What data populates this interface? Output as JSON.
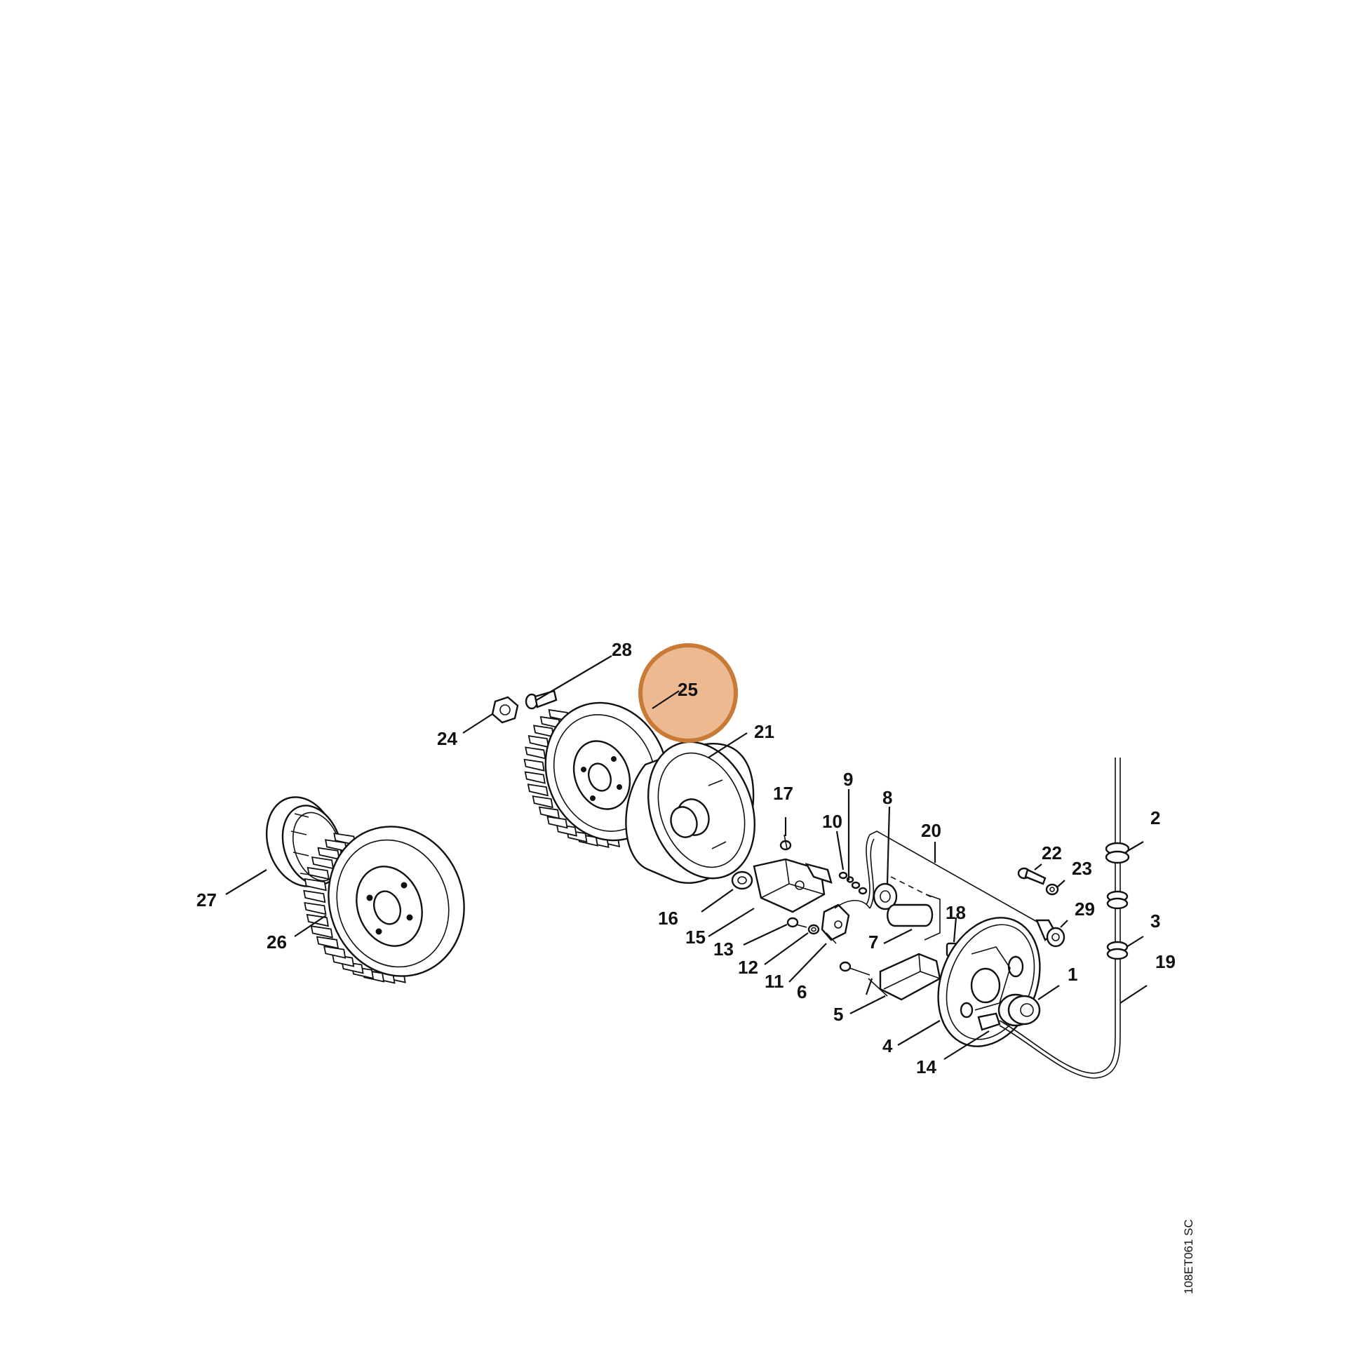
{
  "diagram": {
    "highlight_color": "#e8a875",
    "highlight_border": "#c87a36",
    "highlighted_part": "25",
    "drawing_code": "108ET061 SC",
    "callouts": {
      "c1": "1",
      "c2": "2",
      "c3": "3",
      "c4": "4",
      "c5": "5",
      "c6": "6",
      "c7": "7",
      "c8": "8",
      "c9": "9",
      "c10": "10",
      "c11": "11",
      "c12": "12",
      "c13": "13",
      "c14": "14",
      "c15": "15",
      "c16": "16",
      "c17": "17",
      "c18": "18",
      "c19": "19",
      "c20": "20",
      "c21": "21",
      "c22": "22",
      "c23": "23",
      "c24": "24",
      "c25": "25",
      "c26": "26",
      "c27": "27",
      "c28": "28",
      "c29": "29"
    }
  }
}
